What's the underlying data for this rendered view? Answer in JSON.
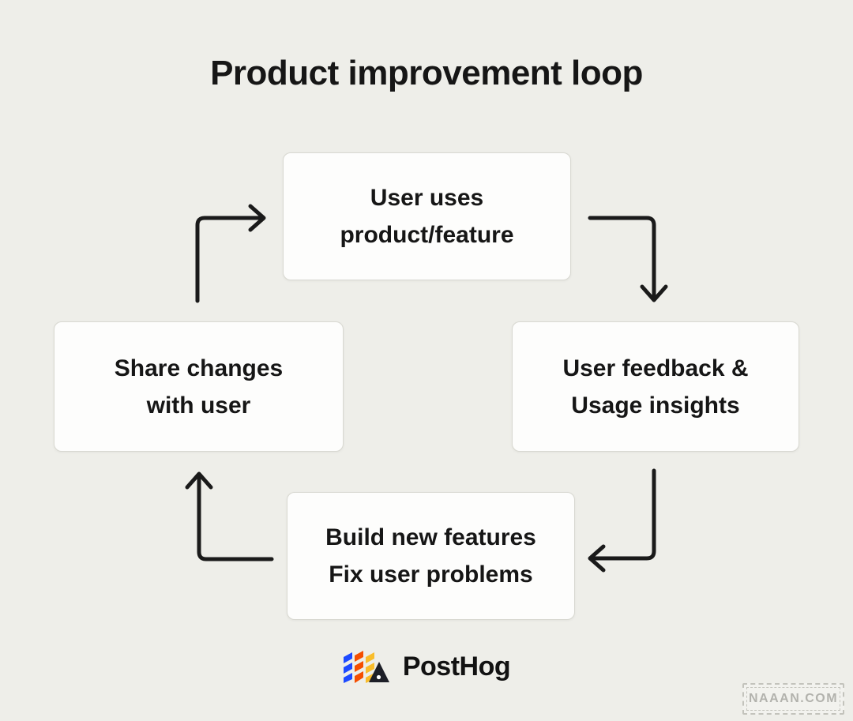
{
  "title": "Product improvement loop",
  "nodes": {
    "top": {
      "line1": "User uses",
      "line2": "product/feature"
    },
    "right": {
      "line1": "User feedback &",
      "line2": "Usage insights"
    },
    "bottom": {
      "line1": "Build new features",
      "line2": "Fix user problems"
    },
    "left": {
      "line1": "Share changes",
      "line2": "with user"
    }
  },
  "flow": [
    "left -> top",
    "top -> right",
    "right -> bottom",
    "bottom -> left"
  ],
  "brand": {
    "name": "PostHog",
    "colors": {
      "blue": "#1d4aff",
      "orange": "#f54e00",
      "yellow": "#f9bd2b",
      "black": "#1d1f27"
    }
  },
  "watermark": {
    "text": "NAAAN.COM"
  },
  "colors": {
    "background": "#eeeee9",
    "box_background": "#fdfdfc",
    "box_border": "#d8d8d1",
    "text": "#161616",
    "arrow": "#1a1a1a"
  }
}
